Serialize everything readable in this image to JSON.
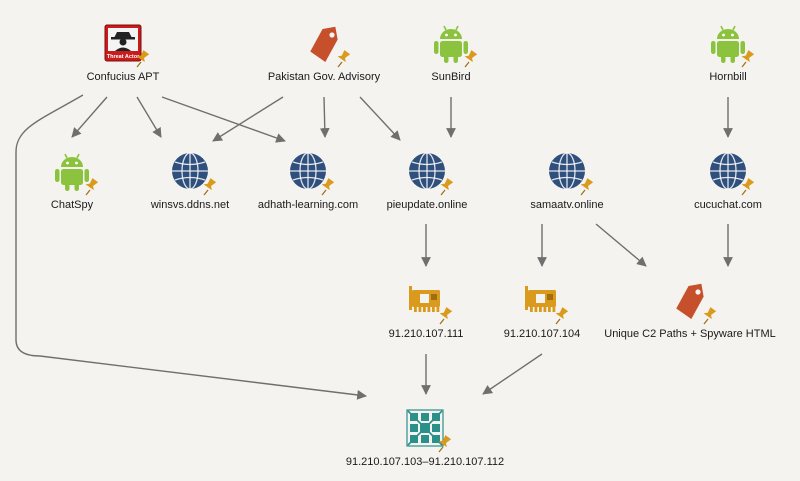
{
  "nodes": [
    {
      "id": "confucius",
      "label": "Confucius APT",
      "icon": "threat-actor",
      "badge": "Threat Actor"
    },
    {
      "id": "pakgov",
      "label": "Pakistan Gov. Advisory",
      "icon": "tag"
    },
    {
      "id": "sunbird",
      "label": "SunBird",
      "icon": "android"
    },
    {
      "id": "hornbill",
      "label": "Hornbill",
      "icon": "android"
    },
    {
      "id": "chatspy",
      "label": "ChatSpy",
      "icon": "android"
    },
    {
      "id": "winsvs",
      "label": "winsvs.ddns.net",
      "icon": "globe"
    },
    {
      "id": "adhath",
      "label": "adhath-learning.com",
      "icon": "globe"
    },
    {
      "id": "pieupdate",
      "label": "pieupdate.online",
      "icon": "globe"
    },
    {
      "id": "samaatv",
      "label": "samaatv.online",
      "icon": "globe"
    },
    {
      "id": "cucuchat",
      "label": "cucuchat.com",
      "icon": "globe"
    },
    {
      "id": "ip111",
      "label": "91.210.107.111",
      "icon": "network-card"
    },
    {
      "id": "ip104",
      "label": "91.210.107.104",
      "icon": "network-card"
    },
    {
      "id": "c2paths",
      "label": "Unique C2 Paths + Spyware HTML",
      "icon": "tag"
    },
    {
      "id": "iprange",
      "label": "91.210.107.103–91.210.107.112",
      "icon": "netblock"
    }
  ],
  "edges": [
    {
      "from": "confucius",
      "to": "chatspy"
    },
    {
      "from": "confucius",
      "to": "winsvs"
    },
    {
      "from": "confucius",
      "to": "adhath"
    },
    {
      "from": "confucius",
      "to": "iprange"
    },
    {
      "from": "pakgov",
      "to": "winsvs"
    },
    {
      "from": "pakgov",
      "to": "adhath"
    },
    {
      "from": "pakgov",
      "to": "pieupdate"
    },
    {
      "from": "sunbird",
      "to": "pieupdate"
    },
    {
      "from": "hornbill",
      "to": "cucuchat"
    },
    {
      "from": "pieupdate",
      "to": "ip111"
    },
    {
      "from": "samaatv",
      "to": "ip104"
    },
    {
      "from": "samaatv",
      "to": "c2paths"
    },
    {
      "from": "cucuchat",
      "to": "c2paths"
    },
    {
      "from": "ip111",
      "to": "iprange"
    },
    {
      "from": "ip104",
      "to": "iprange"
    }
  ],
  "colors": {
    "android": "#8bc33e",
    "globe": "#2f4f7d",
    "tag": "#c5502b",
    "network-card": "#d99a1e",
    "netblock": "#2b8f8a",
    "threat-actor": "#c91b1b",
    "pin": "#d99a1e",
    "edge": "#6f6f6f"
  }
}
